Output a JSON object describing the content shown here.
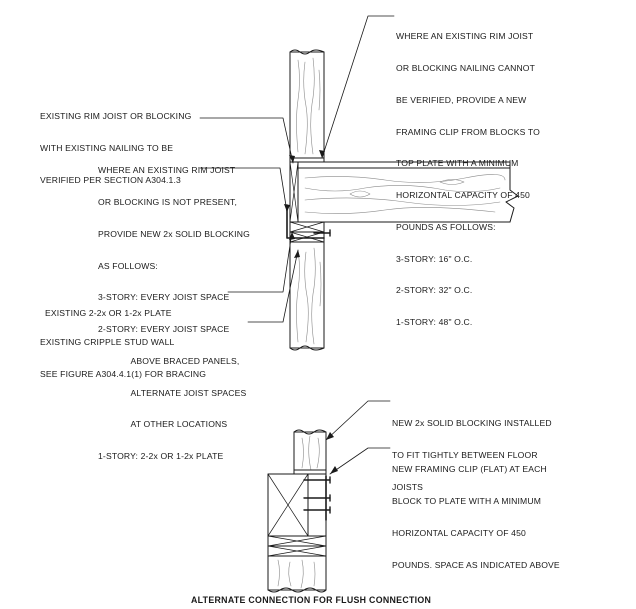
{
  "notes": {
    "rim_joist_clip": [
      "WHERE AN EXISTING RIM JOIST",
      "OR BLOCKING NAILING CANNOT",
      "BE VERIFIED, PROVIDE A NEW",
      "FRAMING CLIP FROM BLOCKS TO",
      "TOP PLATE WITH A MINIMUM",
      "HORIZONTAL CAPACITY OF 450",
      "POUNDS AS FOLLOWS:",
      "3-STORY: 16\" O.C.",
      "2-STORY: 32\" O.C.",
      "1-STORY: 48\" O.C."
    ],
    "existing_rim_joist": [
      "EXISTING RIM JOIST OR BLOCKING",
      "WITH EXISTING NAILING TO BE",
      "VERIFIED PER SECTION A304.1.3"
    ],
    "new_blocking": [
      "WHERE AN EXISTING RIM JOIST",
      "OR BLOCKING IS NOT PRESENT,",
      "PROVIDE NEW 2x SOLID BLOCKING",
      "AS FOLLOWS:",
      "3-STORY: EVERY JOIST SPACE",
      "2-STORY: EVERY JOIST SPACE",
      "             ABOVE BRACED PANELS,",
      "             ALTERNATE JOIST SPACES",
      "             AT OTHER LOCATIONS",
      "1-STORY: 2-2x OR 1-2x PLATE"
    ],
    "existing_plate": [
      "EXISTING 2-2x OR 1-2x PLATE"
    ],
    "cripple_wall": [
      "EXISTING CRIPPLE STUD WALL",
      "SEE FIGURE A304.4.1(1) FOR BRACING"
    ],
    "flush_blocking": [
      "NEW 2x SOLID BLOCKING INSTALLED",
      "TO FIT TIGHTLY BETWEEN FLOOR",
      "JOISTS"
    ],
    "flush_clip": [
      "NEW FRAMING CLIP (FLAT) AT EACH",
      "BLOCK TO PLATE WITH A MINIMUM",
      "HORIZONTAL CAPACITY OF 450",
      "POUNDS. SPACE AS INDICATED ABOVE"
    ]
  },
  "caption": "ALTERNATE CONNECTION FOR FLUSH CONNECTION",
  "colors": {
    "line": "#1a1a1a",
    "background": "#ffffff",
    "wood_grain": "#8a8a8a"
  }
}
